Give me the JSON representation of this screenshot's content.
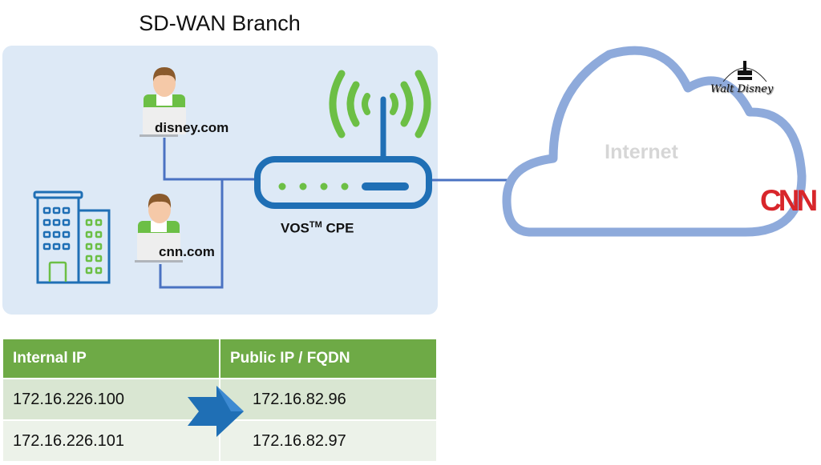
{
  "branch": {
    "title": "SD-WAN Branch",
    "hosts": [
      {
        "label": "disney.com",
        "icon": "user-laptop-icon"
      },
      {
        "label": "cnn.com",
        "icon": "user-laptop-icon"
      }
    ],
    "building_icon": "office-building-icon",
    "cpe": {
      "label": "VOS",
      "superscript": "TM",
      "suffix": " CPE",
      "icon": "router-icon",
      "wireless_icon": "wifi-signal-icon"
    }
  },
  "internet": {
    "label": "Internet",
    "icon": "cloud-icon",
    "logos": [
      {
        "name": "walt-disney-logo",
        "text": "Walt Disney"
      },
      {
        "name": "cnn-logo",
        "text": "CNN"
      }
    ]
  },
  "nat_table": {
    "headers": [
      "Internal IP",
      "Public IP / FQDN"
    ],
    "rows": [
      {
        "internal": "172.16.226.100",
        "public": "172.16.82.96"
      },
      {
        "internal": "172.16.226.101",
        "public": "172.16.82.97"
      }
    ],
    "arrow_icon": "right-arrow-icon"
  },
  "colors": {
    "branch_bg": "#dde9f6",
    "router_blue": "#1f6fb5",
    "link_blue": "#4a72c2",
    "wifi_green": "#6cbf45",
    "cloud_stroke": "#8eaadb",
    "table_header_green": "#6eaa46",
    "cnn_red": "#d8262b"
  }
}
